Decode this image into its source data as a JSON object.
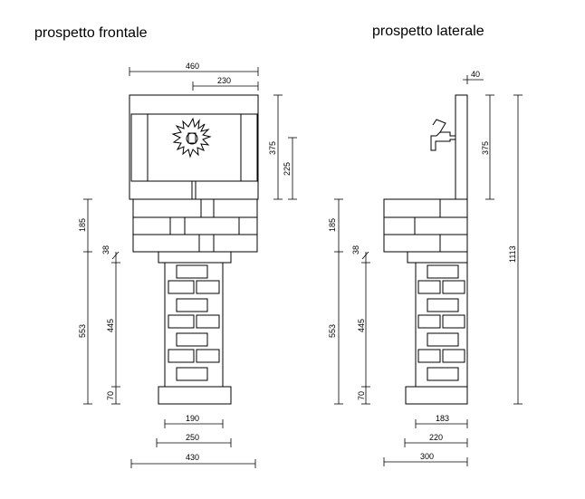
{
  "titles": {
    "front": "prospetto frontale",
    "side": "prospetto laterale"
  },
  "front_dims": {
    "width_total": "460",
    "width_half": "230",
    "tank_height": "375",
    "tap_height": "225",
    "basin_height": "185",
    "shelf": "38",
    "shaft_height": "445",
    "overall": "553",
    "base": "70",
    "shaft_width": "190",
    "base_width": "250",
    "basin_width": "430"
  },
  "side_dims": {
    "wall": "40",
    "tank_height": "375",
    "total_height": "1113",
    "basin_height": "185",
    "shelf": "38",
    "shaft_height": "445",
    "overall": "553",
    "base": "70",
    "shaft_width": "183",
    "base_width": "220",
    "basin_width": "300"
  },
  "icons": {
    "sun": "sun-ornament-icon",
    "tap": "tap-icon"
  }
}
